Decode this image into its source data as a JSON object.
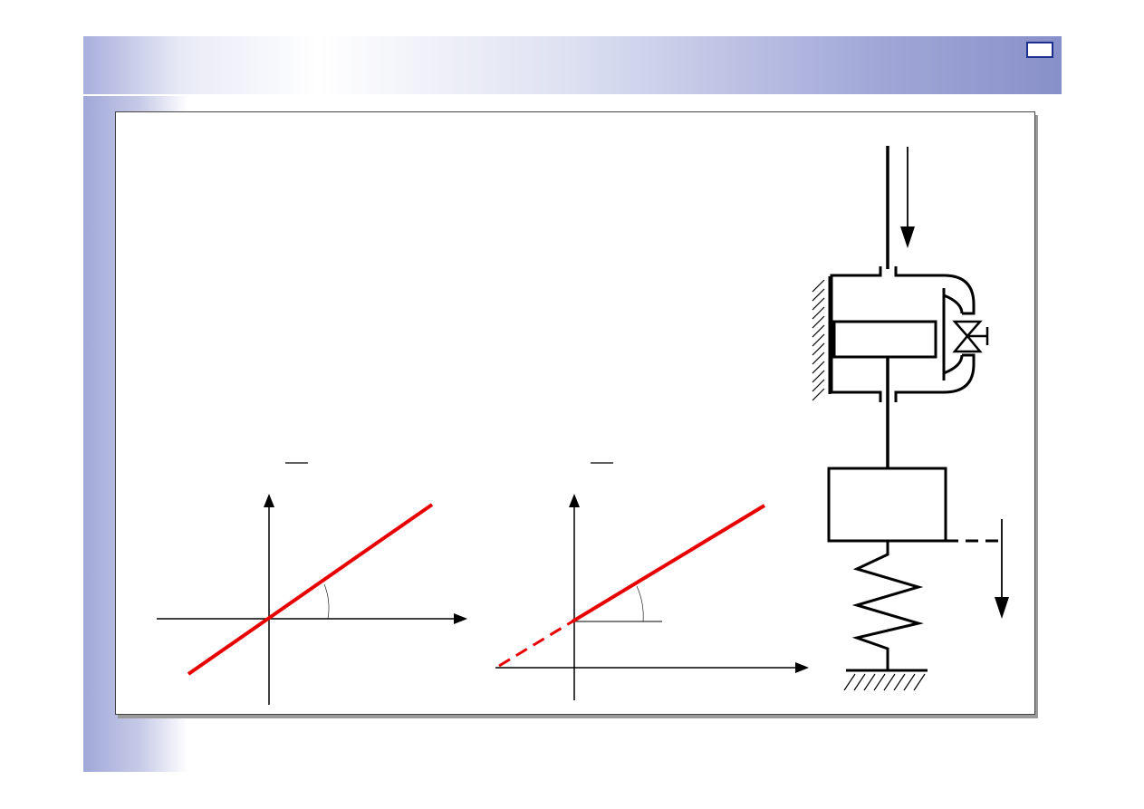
{
  "slide": {
    "theme": {
      "band_color": "#8890c9",
      "accent_box_color": "#1e2f8f"
    },
    "line_color": "#e60000",
    "ink_color": "#000000",
    "page_indicator": ""
  },
  "diagram": {
    "left_graph": {
      "line_style": "solid-through-origin"
    },
    "right_graph": {
      "line_style": "solid-with-dashed-extension"
    },
    "mechanism": {
      "components": [
        "input-rod",
        "force-arrow",
        "wall-ground",
        "cylinder",
        "piston",
        "bypass-valve",
        "mass-block",
        "spring",
        "floor-ground",
        "output-arrow"
      ]
    }
  }
}
